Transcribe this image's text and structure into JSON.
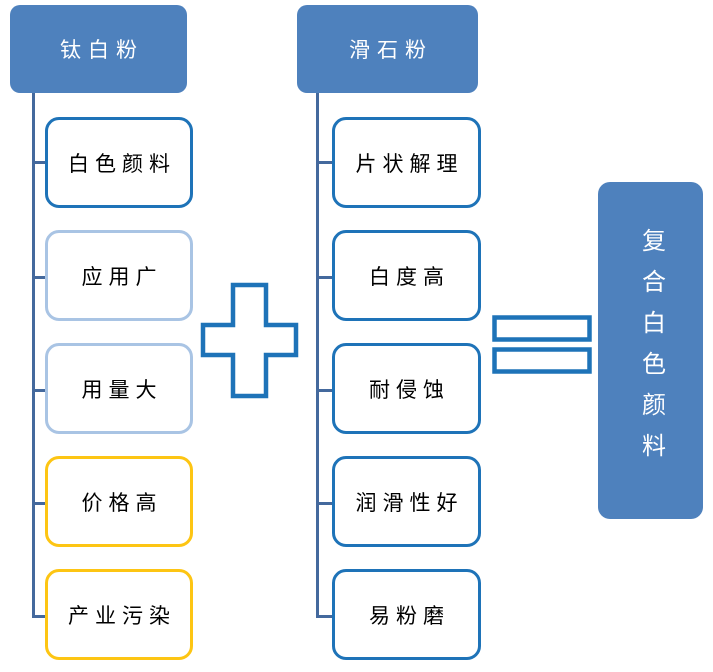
{
  "diagram": {
    "left_column": {
      "header": "钛白粉",
      "items": [
        {
          "label": "白色颜料",
          "style": "dark-blue-border"
        },
        {
          "label": "应用广",
          "style": "light-blue-border"
        },
        {
          "label": "用量大",
          "style": "light-blue-border"
        },
        {
          "label": "价格高",
          "style": "yellow-border"
        },
        {
          "label": "产业污染",
          "style": "yellow-border"
        }
      ]
    },
    "middle_column": {
      "header": "滑石粉",
      "items": [
        {
          "label": "片状解理",
          "style": "dark-blue-border"
        },
        {
          "label": "白度高",
          "style": "dark-blue-border"
        },
        {
          "label": "耐侵蚀",
          "style": "dark-blue-border"
        },
        {
          "label": "润滑性好",
          "style": "dark-blue-border"
        },
        {
          "label": "易粉磨",
          "style": "dark-blue-border"
        }
      ]
    },
    "operators": {
      "plus_icon": "plus-outline",
      "equals_icon": "equals-outline"
    },
    "result": {
      "label": "复合白色颜料"
    }
  },
  "colors": {
    "header_fill": "#4E81BD",
    "result_fill": "#4E81BD",
    "dark_border": "#1E73B8",
    "light_border": "#A9C4E4",
    "yellow_border": "#FDC513",
    "connector_line": "#44699D",
    "operator_stroke": "#1E73B8",
    "header_text": "#FFFFFF",
    "item_text": "#000000"
  }
}
